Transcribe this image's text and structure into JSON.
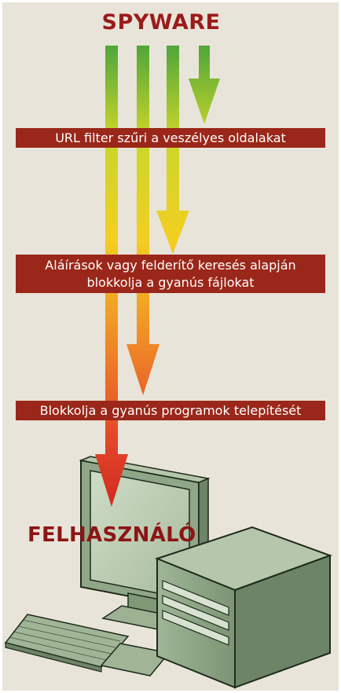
{
  "title": "SPYWARE",
  "banners": [
    "URL filter szűri a veszélyes oldalakat",
    "Aláírások vagy felderítő keresés alapján blokkolja a gyanús fájlokat",
    "Blokkolja a gyanús programok telepítését"
  ],
  "user_label": "FELHASZNÁLÓ",
  "colors": {
    "background": "#e9e4d9",
    "banner": "#9a2719",
    "title": "#9b1b1b",
    "arrow_top": "#55aa3a",
    "arrow_mid": "#f0d21e",
    "arrow_bottom": "#d4211d",
    "computer_fill": "#8fa786"
  }
}
